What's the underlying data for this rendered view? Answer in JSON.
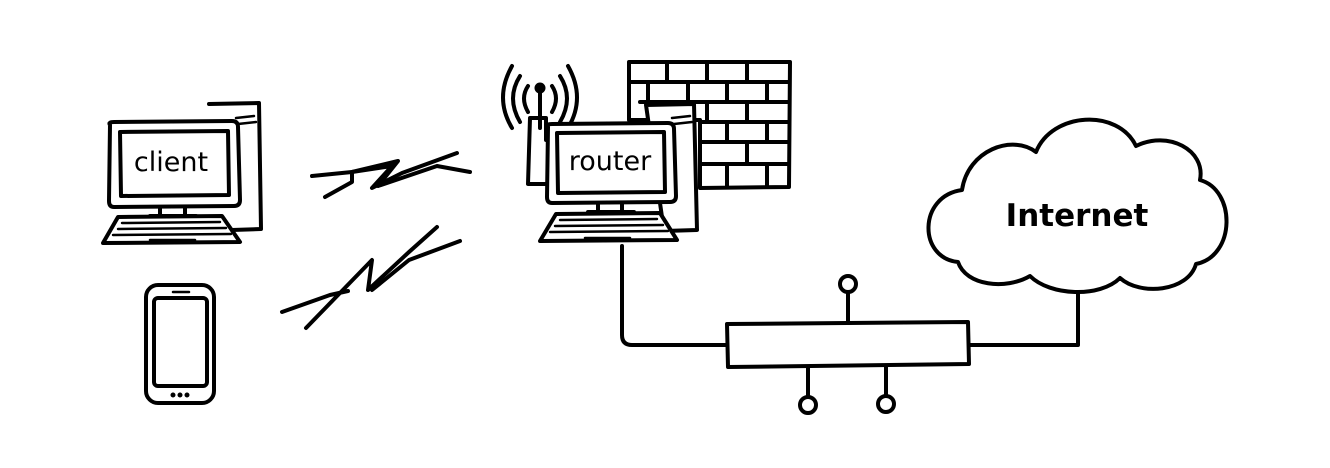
{
  "diagram": {
    "nodes": {
      "client": {
        "label": "client",
        "icon": "desktop-computer-icon"
      },
      "phone": {
        "label": "",
        "icon": "smartphone-icon"
      },
      "router": {
        "label": "router",
        "icon": "desktop-computer-with-antenna-icon"
      },
      "firewall": {
        "label": "",
        "icon": "brick-wall-icon"
      },
      "internet": {
        "label": "Internet",
        "icon": "cloud-icon"
      },
      "network_bus": {
        "label": "",
        "icon": "network-bus-icon"
      }
    },
    "connections": [
      {
        "from": "client",
        "to": "router",
        "style": "wireless"
      },
      {
        "from": "phone",
        "to": "router",
        "style": "wireless"
      },
      {
        "from": "router",
        "to": "network_bus",
        "style": "wired"
      },
      {
        "from": "network_bus",
        "to": "internet",
        "style": "wired"
      }
    ]
  }
}
